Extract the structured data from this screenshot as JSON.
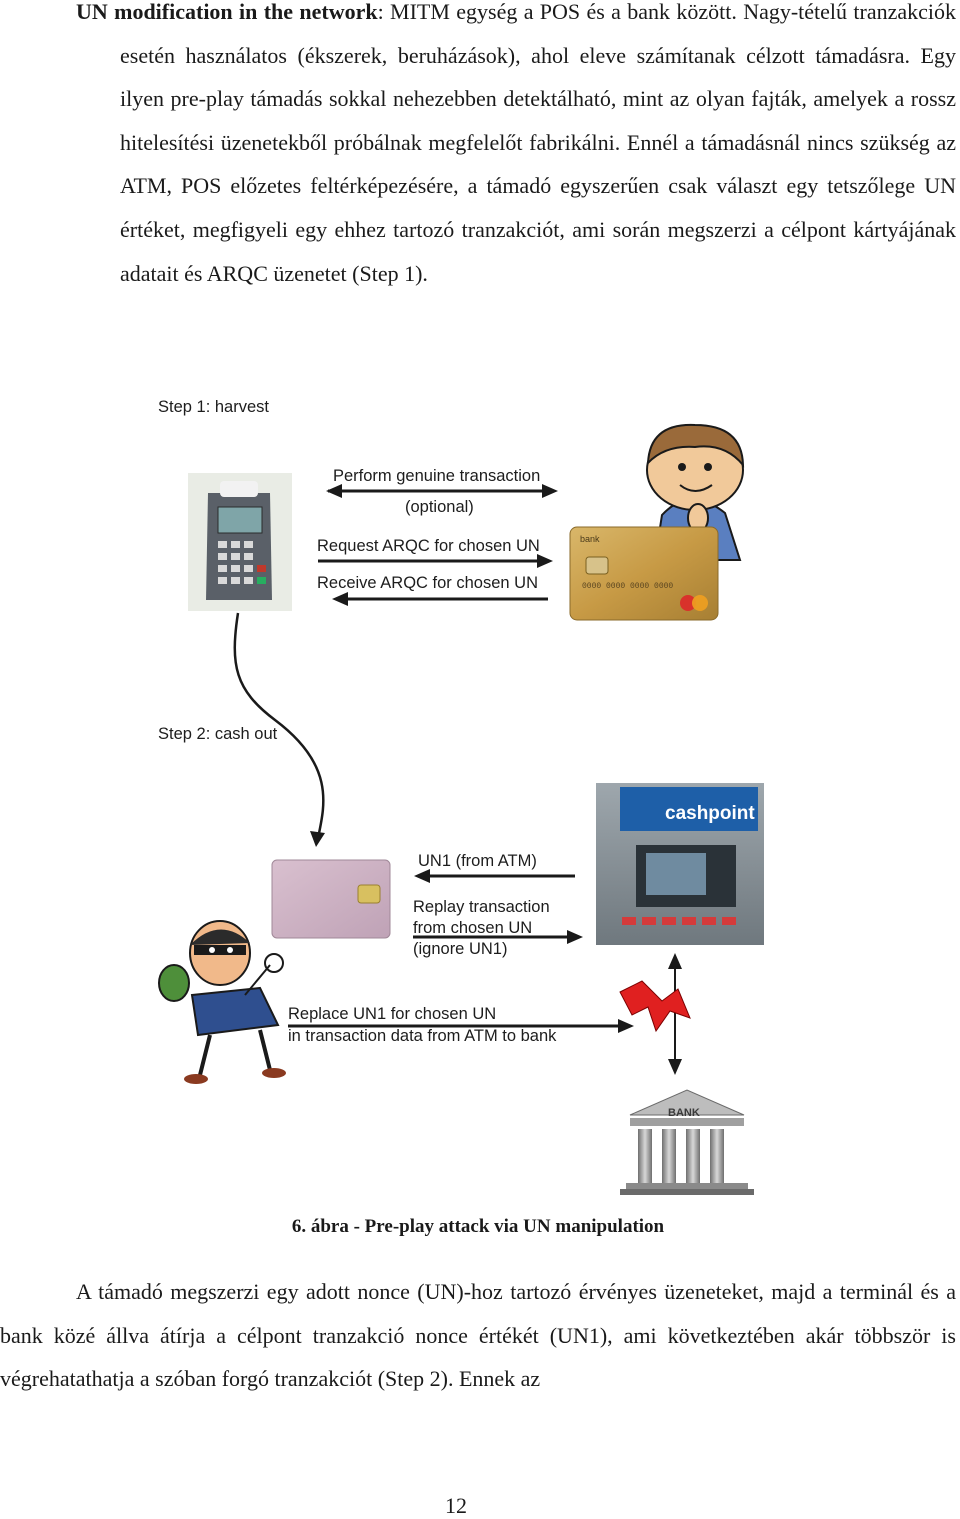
{
  "paragraph1": {
    "lead_bold": "UN modification in the network",
    "lead_rest": ": MITM egység a POS és a bank között. Nagy-tételű tranzakciók esetén használatos (ékszerek, beruházások), ahol eleve számítanak célzott támadásra. Egy ilyen pre-play támadás sokkal nehezebben detektálható, mint az olyan fajták, amelyek a rossz hitelesítési üzenetekből próbálnak megfelelőt fabrikálni. Ennél a támadásnál nincs szükség az ATM, POS előzetes feltérképezésére, a támadó egyszerűen csak választ egy tetszőlege UN értéket, megfigyeli egy ehhez tartozó tranzakciót, ami során megszerzi a célpont kártyájának adatait és ARQC üzenetet (Step 1)."
  },
  "figure": {
    "step1_title": "Step 1: harvest",
    "perform_genuine": "Perform genuine transaction",
    "optional": "(optional)",
    "request_arqc": "Request ARQC for chosen UN",
    "receive_arqc": "Receive ARQC for chosen UN",
    "step2_title": "Step 2: cash out",
    "un1_from_atm": "UN1 (from ATM)",
    "replay_line1": "Replay transaction",
    "replay_line2": "from chosen UN",
    "replay_line3": "(ignore UN1)",
    "replace_line1": "Replace UN1 for chosen UN",
    "replace_line2": "in transaction data from ATM to bank",
    "atm_brand": "cashpoint",
    "bank_sign": "BANK",
    "card_bank": "bank"
  },
  "caption": "6. ábra - Pre-play attack via UN manipulation",
  "paragraph2": "A támadó megszerzi egy adott nonce (UN)-hoz tartozó érvényes üzeneteket, majd a terminál és a bank közé állva átírja a célpont tranzakció nonce értékét (UN1), ami következtében akár többször is végrehatathatja a szóban forgó tranzakciót (Step 2). Ennek az",
  "page_number": "12"
}
